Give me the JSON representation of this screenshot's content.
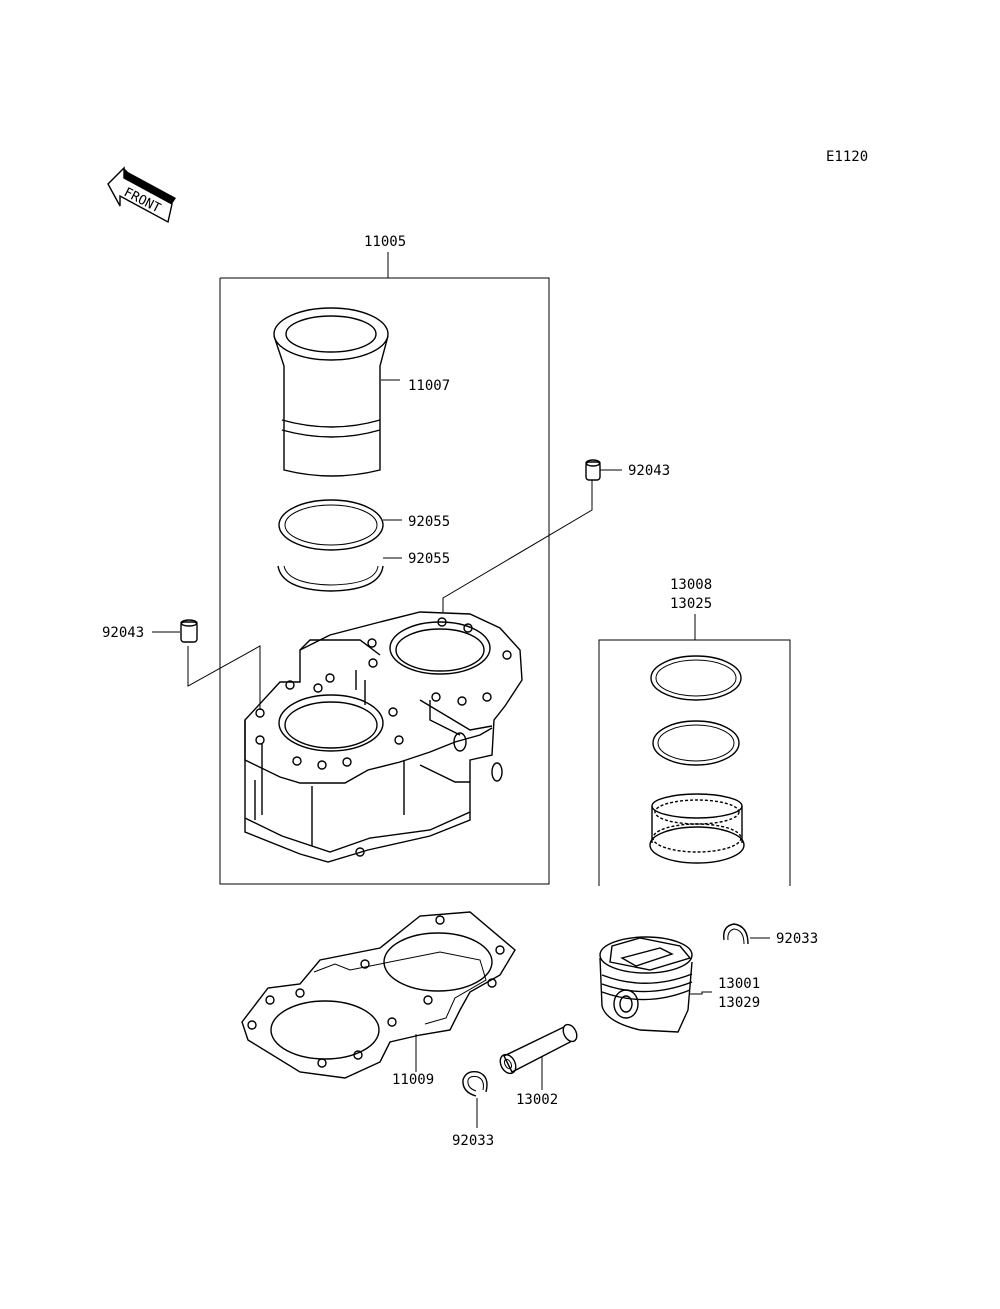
{
  "diagram_code": "E1120",
  "front_arrow_label": "FRONT",
  "parts": {
    "cylinder_assembly": "11005",
    "cylinder_liner": "11007",
    "ring_upper": "92055",
    "ring_lower": "92055",
    "dowel_right": "92043",
    "dowel_left": "92043",
    "piston_ring_set_a": "13008",
    "piston_ring_set_b": "13025",
    "clip_right": "92033",
    "piston_a": "13001",
    "piston_b": "13029",
    "gasket": "11009",
    "piston_pin": "13002",
    "clip_bottom": "92033"
  }
}
